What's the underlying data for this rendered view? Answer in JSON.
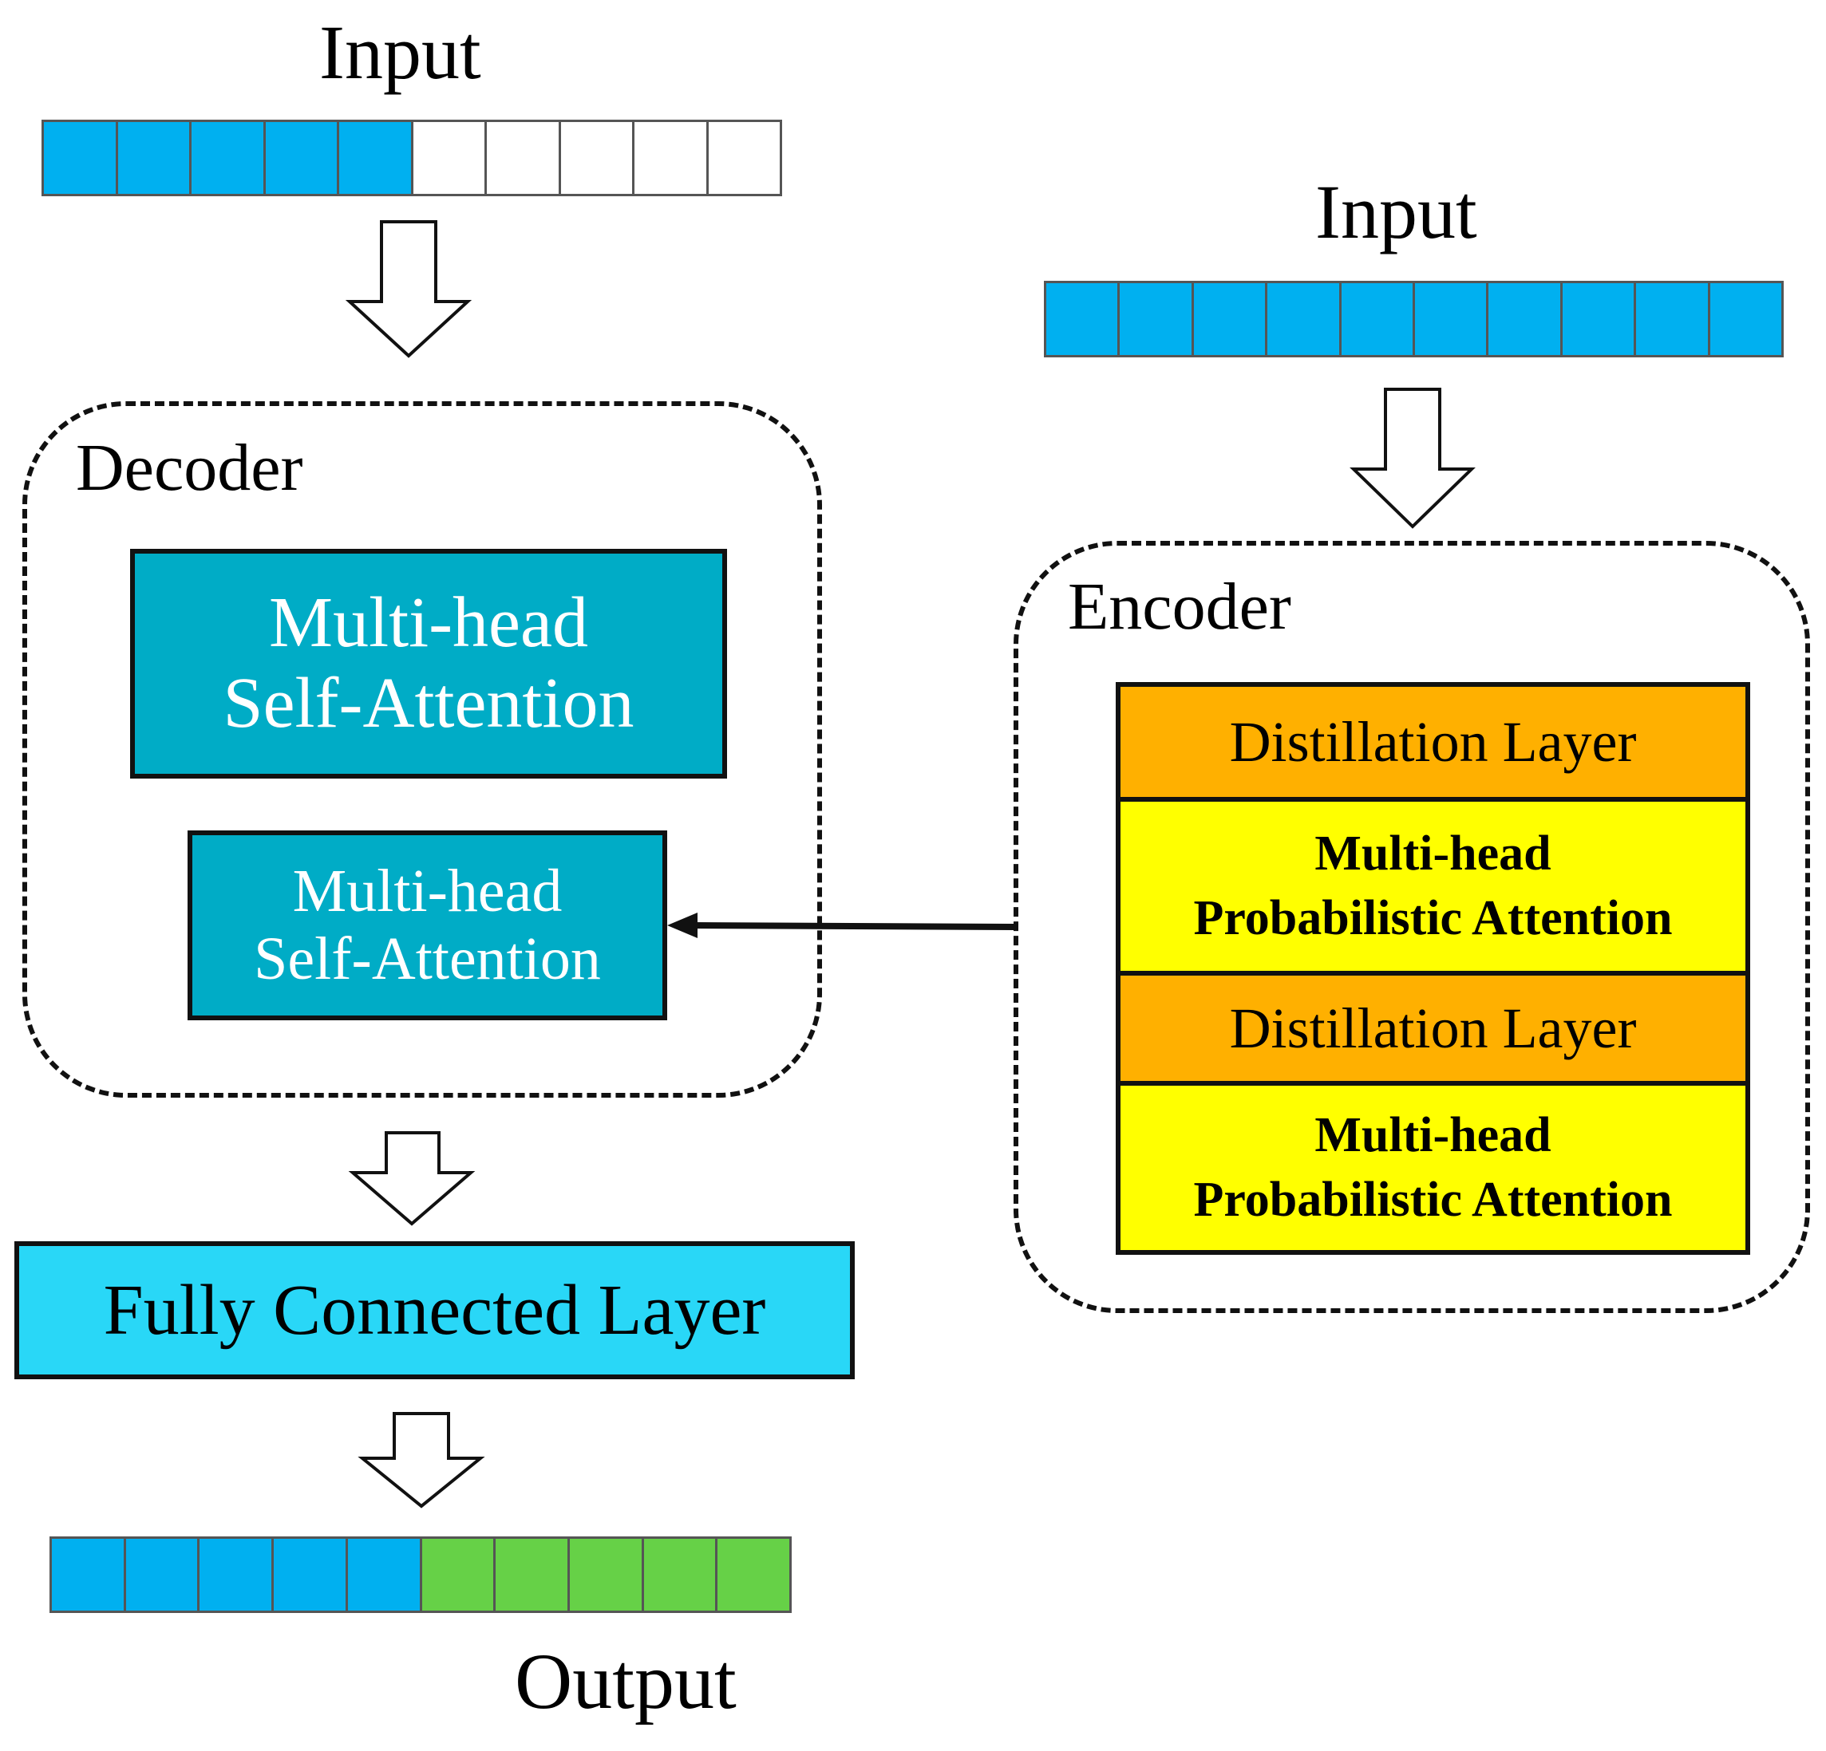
{
  "decoder_input": {
    "label": "Input",
    "cells": [
      "blue",
      "blue",
      "blue",
      "blue",
      "blue",
      "white",
      "white",
      "white",
      "white",
      "white"
    ]
  },
  "encoder_input": {
    "label": "Input",
    "cells": [
      "blue",
      "blue",
      "blue",
      "blue",
      "blue",
      "blue",
      "blue",
      "blue",
      "blue",
      "blue"
    ]
  },
  "decoder": {
    "title": "Decoder",
    "block1": {
      "line1": "Multi-head",
      "line2": "Self-Attention"
    },
    "block2": {
      "line1": "Multi-head",
      "line2": "Self-Attention"
    }
  },
  "encoder": {
    "title": "Encoder",
    "layers": [
      {
        "kind": "distillation",
        "line1": "Distillation Layer"
      },
      {
        "kind": "attention",
        "line1": "Multi-head",
        "line2": "Probabilistic Attention"
      },
      {
        "kind": "distillation",
        "line1": "Distillation Layer"
      },
      {
        "kind": "attention",
        "line1": "Multi-head",
        "line2": "Probabilistic Attention"
      }
    ]
  },
  "fully_connected": {
    "label": "Fully Connected Layer"
  },
  "output": {
    "label": "Output",
    "cells": [
      "blue",
      "blue",
      "blue",
      "blue",
      "blue",
      "green",
      "green",
      "green",
      "green",
      "green"
    ]
  },
  "colors": {
    "seq_blue": "#00b0f0",
    "seq_green": "#66d147",
    "decoder_block": "#00acc6",
    "fully_connected": "#29d7f7",
    "distillation": "#ffb000",
    "attention": "#ffff00"
  }
}
